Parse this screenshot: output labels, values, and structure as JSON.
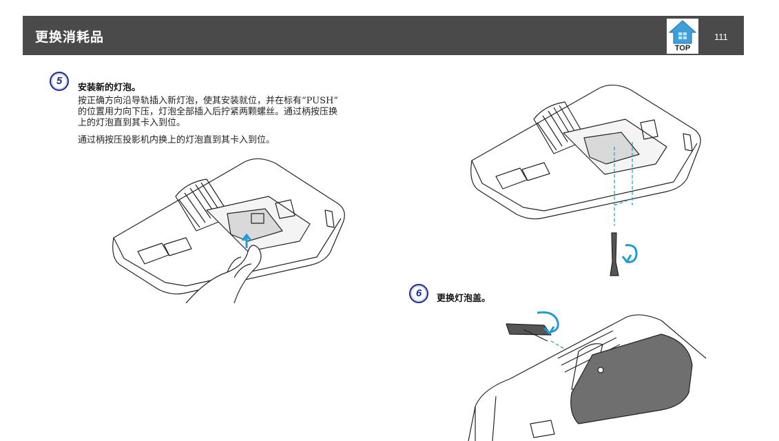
{
  "header": {
    "title": "更换消耗品",
    "top_label": "TOP",
    "page_number": "111",
    "bg_color": "#4a4a4a"
  },
  "steps": [
    {
      "number": "5",
      "title": "安装新的灯泡。",
      "paragraph1": [
        "按正确方向沿导轨插入新灯泡，使其安装就位，并在标有“PUSH”",
        "的位置用力向下压，灯泡全部插入后拧紧两颗螺丝。通过柄按压换",
        "上的灯泡直到其卡入到位。"
      ],
      "paragraph2": "通过柄按压投影机内换上的灯泡直到其卡入到位。"
    },
    {
      "number": "6",
      "title": "更换灯泡盖。"
    }
  ],
  "colors": {
    "accent_blue": "#1e9ad6",
    "badge_blue": "#1f2a8f"
  },
  "icons": {
    "top_button": "home-icon",
    "push_arrow": "arrow-up-icon",
    "rotate_arrow": "rotate-arrow-icon"
  }
}
